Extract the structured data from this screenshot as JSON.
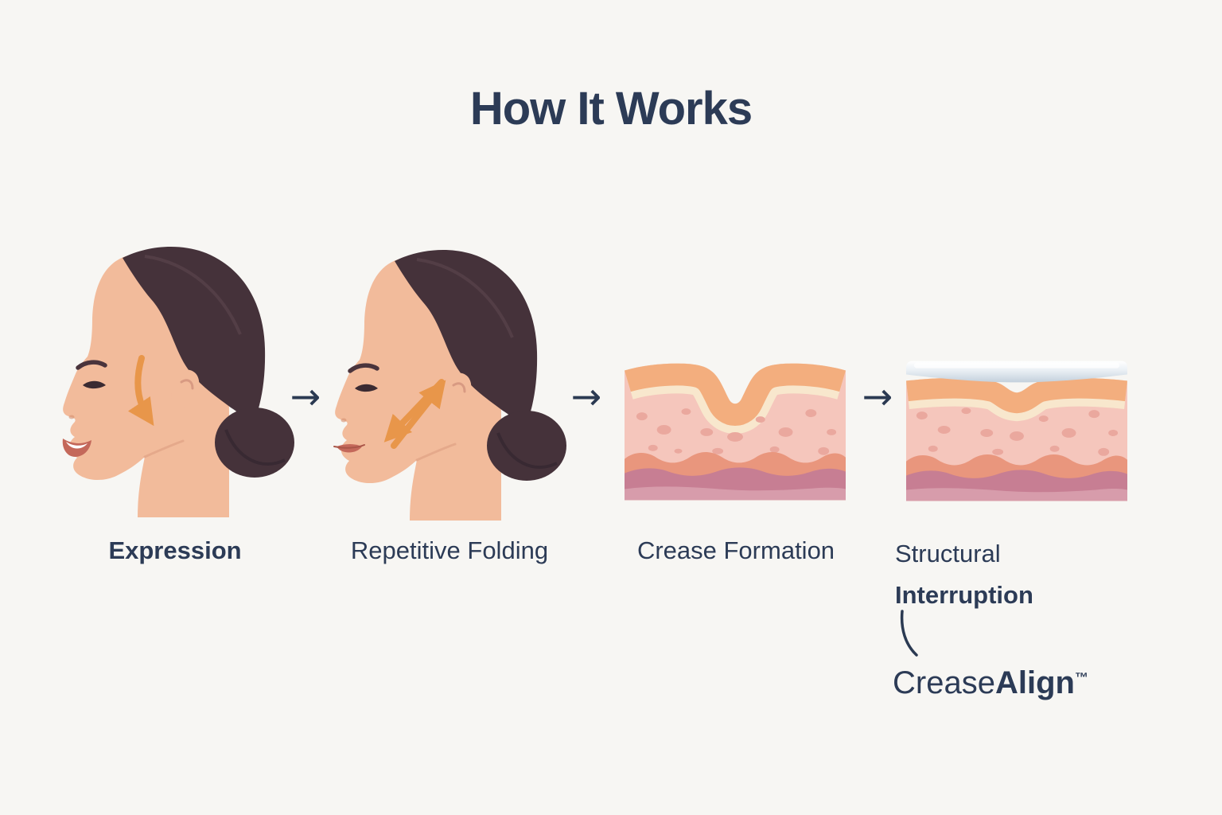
{
  "page": {
    "title": "How It Works",
    "background_color": "#f7f6f3",
    "text_color": "#2c3b56"
  },
  "flow": {
    "arrow_glyph": "→",
    "arrow_color": "#2b3a52"
  },
  "steps": [
    {
      "label": "Expression",
      "illustration": "smiling-face-profile-with-downward-cheek-arrow"
    },
    {
      "label": "Repetitive Folding",
      "illustration": "face-profile-with-crossing-fold-arrows"
    },
    {
      "label": "Crease Formation",
      "illustration": "skin-cross-section-with-deep-crease"
    },
    {
      "label": "Structural Interruption",
      "label_line1": "Structural",
      "label_line2": "Interruption",
      "illustration": "skin-cross-section-with-structural-strip"
    }
  ],
  "brand": {
    "prefix": "Crease",
    "suffix": "Align",
    "trademark": "™"
  },
  "colors": {
    "accent_orange": "#e8964a",
    "skin": "#f2bb9b",
    "hair": "#45323a",
    "lips": "#c4685a",
    "epidermis": "#f3ae7e",
    "cream_layer": "#f8e7cd",
    "dermis_pink": "#f5c6bc",
    "speckle": "#eaa89e",
    "salmon_layer": "#e9967d",
    "mauve_layer": "#c77e93",
    "strip_blue": "#c3d0dc"
  }
}
